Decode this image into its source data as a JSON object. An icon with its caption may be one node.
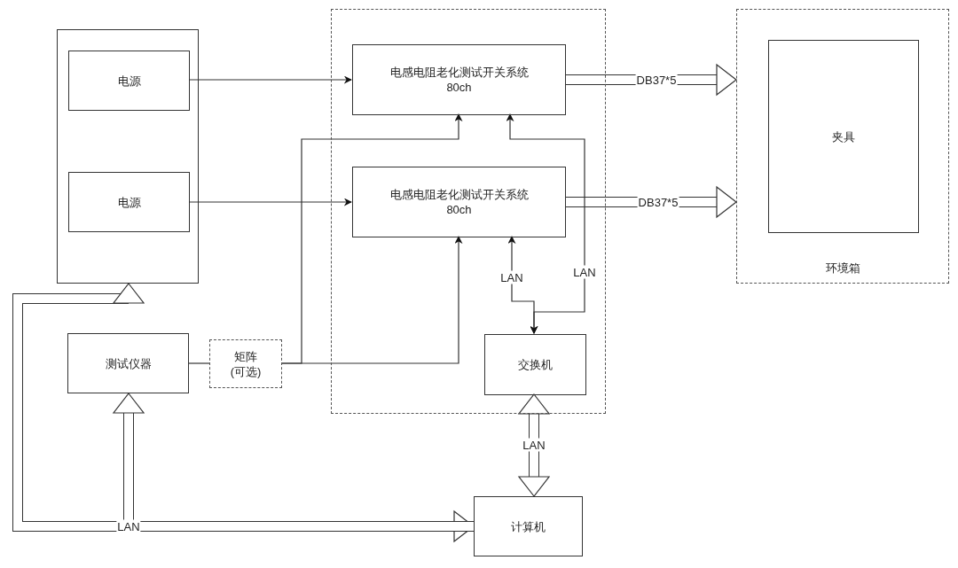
{
  "diagram": {
    "nodes": [
      {
        "text": [],
        "shape": "box"
      },
      {
        "text": [
          "电源"
        ],
        "in": 0
      },
      {
        "text": [
          "电源"
        ],
        "in": 0
      },
      {
        "text": [],
        "shape": "box"
      },
      {
        "text": [
          "电感电阻老化测试开关系统",
          "80ch"
        ],
        "in": 3
      },
      {
        "text": [
          "电感电阻老化测试开关系统",
          "80ch"
        ],
        "in": 3
      },
      {
        "text": [
          "交换机"
        ],
        "in": 3
      },
      {
        "text": [
          "环境箱"
        ]
      },
      {
        "text": [
          "夹具"
        ],
        "in": 7
      },
      {
        "text": [
          "测试仪器"
        ]
      },
      {
        "text": [
          "矩阵",
          "(可选)"
        ]
      },
      {
        "text": [
          "计算机"
        ]
      }
    ],
    "edges": [
      {
        "from": 1,
        "to": 4,
        "arrow": "to"
      },
      {
        "from": 2,
        "to": 5,
        "arrow": "to"
      },
      {
        "from": 4,
        "to": 7,
        "arrow": "to",
        "label": "DB37*5",
        "style": "thick"
      },
      {
        "from": 5,
        "to": 7,
        "arrow": "to",
        "label": "DB37*5",
        "style": "thick"
      },
      {
        "from": 9,
        "to": 10,
        "arrow": "none"
      },
      {
        "from": 10,
        "to": 4,
        "arrow": "to"
      },
      {
        "from": 10,
        "to": 5,
        "arrow": "to"
      },
      {
        "from": 6,
        "to": 4,
        "arrow": "both",
        "label": "LAN"
      },
      {
        "from": 6,
        "to": 5,
        "arrow": "both",
        "label": "LAN"
      },
      {
        "from": 6,
        "to": 11,
        "arrow": "both",
        "label": "LAN",
        "style": "thick"
      },
      {
        "from": 11,
        "to": 0,
        "arrow": "both",
        "label": "LAN",
        "style": "thick"
      },
      {
        "from": 11,
        "to": 9,
        "arrow": "to",
        "style": "thick"
      }
    ]
  }
}
